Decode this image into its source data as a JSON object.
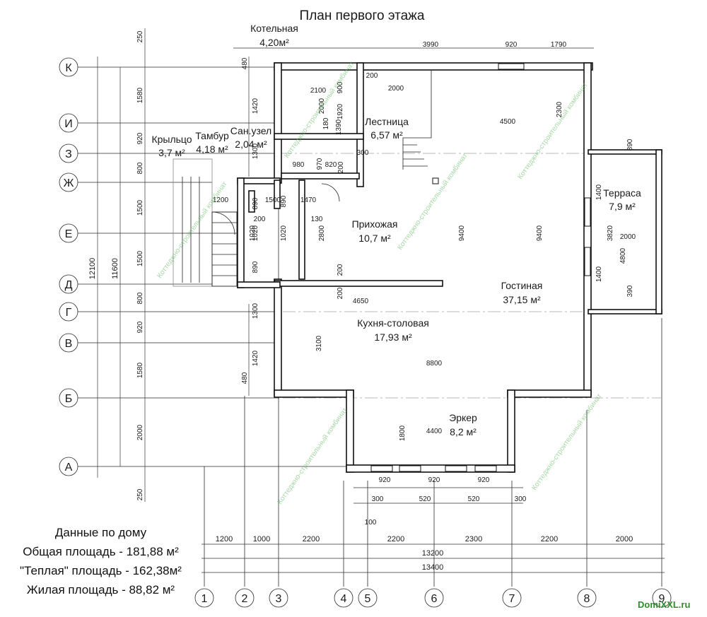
{
  "title": "План первого этажа",
  "axes_rows": [
    "К",
    "И",
    "З",
    "Ж",
    "Е",
    "Д",
    "Г",
    "В",
    "Б",
    "А"
  ],
  "axes_cols": [
    "1",
    "2",
    "3",
    "4",
    "5",
    "6",
    "7",
    "8",
    "9"
  ],
  "rooms": [
    {
      "name": "Котельная",
      "area": "4,20м²"
    },
    {
      "name": "Лестница",
      "area": "6,57 м²"
    },
    {
      "name": "Крыльцо",
      "area": "3,7 м²"
    },
    {
      "name": "Тамбур",
      "area": "4,18 м²"
    },
    {
      "name": "Сан.узел",
      "area": "2,04 м²"
    },
    {
      "name": "Терраса",
      "area": "7,9 м²"
    },
    {
      "name": "Прихожая",
      "area": "10,7 м²"
    },
    {
      "name": "Гостиная",
      "area": "37,15 м²"
    },
    {
      "name": "Кухня-столовая",
      "area": "17,93 м²"
    },
    {
      "name": "Эркер",
      "area": "8,2 м²"
    }
  ],
  "dims": {
    "top": [
      "3990",
      "920",
      "1790"
    ],
    "left_outer": [
      "12100"
    ],
    "left_inner": [
      "11600"
    ],
    "left_chain": [
      "250",
      "1580",
      "920",
      "800",
      "1500",
      "1500",
      "800",
      "920",
      "1580",
      "2000",
      "250"
    ],
    "left_small": [
      "480",
      "1420",
      "1300",
      "890",
      "1020",
      "890",
      "1300",
      "1420",
      "480"
    ],
    "bottom_row1": [
      "1200",
      "1000",
      "2200",
      "2200",
      "2300",
      "2200",
      "2000"
    ],
    "bottom_total1": "13200",
    "bottom_total2": "13400",
    "inner": [
      "2100",
      "900",
      "200",
      "2000",
      "4500",
      "2300",
      "2000",
      "180",
      "1390",
      "1920",
      "820",
      "970",
      "200",
      "980",
      "300",
      "1200",
      "1500",
      "890",
      "1470",
      "130",
      "200",
      "1020",
      "1020",
      "2800",
      "9400",
      "9400",
      "1400",
      "3820",
      "2000",
      "4800",
      "1400",
      "390",
      "890",
      "200",
      "4650",
      "3100",
      "8800",
      "1800",
      "4400",
      "920",
      "920",
      "920",
      "300",
      "520",
      "520",
      "300",
      "100",
      "200"
    ]
  },
  "summary": {
    "heading": "Данные по дому",
    "total": "Общая площадь - 181,88 м²",
    "warm": "\"Теплая\" площадь - 162,38м²",
    "living": "Жилая площадь - 88,82 м²"
  },
  "watermark": "Коттеджно-строительный комбинат",
  "brand": "DomiXXL.ru",
  "colors": {
    "watermark": "#5cb85c",
    "brand": "#2e8b2e",
    "wall": "#111111"
  }
}
